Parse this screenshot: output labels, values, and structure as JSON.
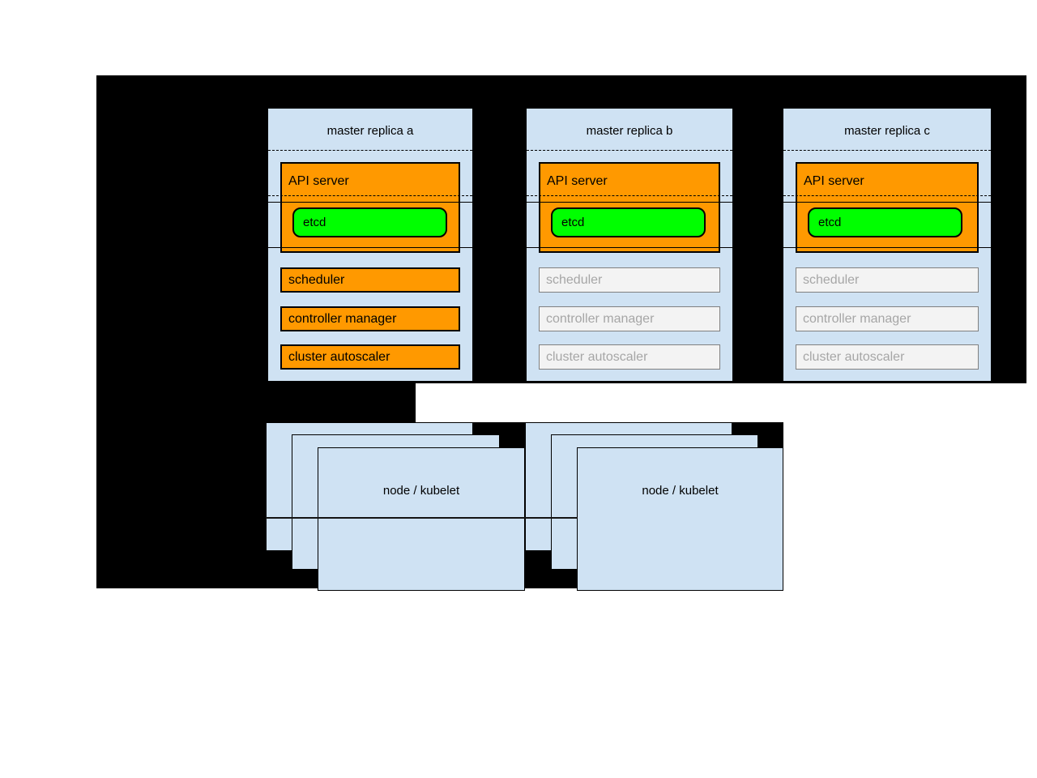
{
  "masters": [
    {
      "title": "master replica a",
      "active": true,
      "api_server": "API server",
      "etcd": "etcd",
      "scheduler": "scheduler",
      "controller_manager": "controller manager",
      "cluster_autoscaler": "cluster autoscaler"
    },
    {
      "title": "master replica b",
      "active": false,
      "api_server": "API server",
      "etcd": "etcd",
      "scheduler": "scheduler",
      "controller_manager": "controller manager",
      "cluster_autoscaler": "cluster autoscaler"
    },
    {
      "title": "master replica c",
      "active": false,
      "api_server": "API server",
      "etcd": "etcd",
      "scheduler": "scheduler",
      "controller_manager": "controller manager",
      "cluster_autoscaler": "cluster autoscaler"
    }
  ],
  "node_groups": [
    {
      "label": "node / kubelet"
    },
    {
      "label": "node / kubelet"
    }
  ],
  "colors": {
    "background": "#000000",
    "panel_fill": "#cfe2f3",
    "active_fill": "#ff9900",
    "etcd_fill": "#00ff00",
    "inactive_fill": "#f3f3f3",
    "inactive_text": "#a6a6a6"
  }
}
